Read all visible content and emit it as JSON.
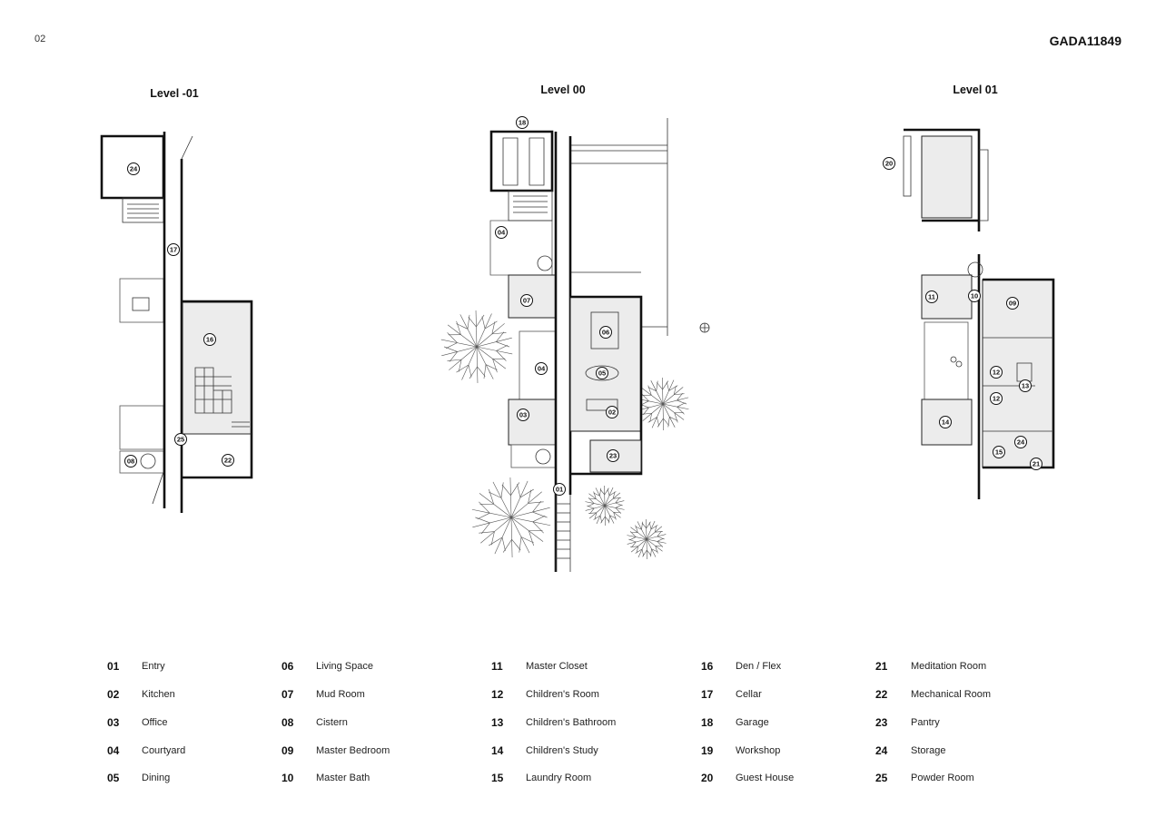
{
  "page_number": "02",
  "document_id": "GADA11849",
  "levels": [
    {
      "title": "Level -01",
      "tags": [
        "24",
        "17",
        "16",
        "25",
        "22",
        "08"
      ]
    },
    {
      "title": "Level 00",
      "tags": [
        "18",
        "04",
        "07",
        "04",
        "03",
        "06",
        "05",
        "02",
        "23",
        "01"
      ]
    },
    {
      "title": "Level 01",
      "tags": [
        "20",
        "11",
        "10",
        "09",
        "12",
        "13",
        "12",
        "14",
        "24",
        "15",
        "21"
      ]
    }
  ],
  "legend": [
    {
      "num": "01",
      "label": "Entry"
    },
    {
      "num": "02",
      "label": "Kitchen"
    },
    {
      "num": "03",
      "label": "Office"
    },
    {
      "num": "04",
      "label": "Courtyard"
    },
    {
      "num": "05",
      "label": "Dining"
    },
    {
      "num": "06",
      "label": "Living Space"
    },
    {
      "num": "07",
      "label": "Mud Room"
    },
    {
      "num": "08",
      "label": "Cistern"
    },
    {
      "num": "09",
      "label": "Master Bedroom"
    },
    {
      "num": "10",
      "label": "Master Bath"
    },
    {
      "num": "11",
      "label": "Master Closet"
    },
    {
      "num": "12",
      "label": "Children's Room"
    },
    {
      "num": "13",
      "label": "Children's Bathroom"
    },
    {
      "num": "14",
      "label": "Children's Study"
    },
    {
      "num": "15",
      "label": "Laundry Room"
    },
    {
      "num": "16",
      "label": "Den / Flex"
    },
    {
      "num": "17",
      "label": "Cellar"
    },
    {
      "num": "18",
      "label": "Garage"
    },
    {
      "num": "19",
      "label": "Workshop"
    },
    {
      "num": "20",
      "label": "Guest House"
    },
    {
      "num": "21",
      "label": "Meditation Room"
    },
    {
      "num": "22",
      "label": "Mechanical Room"
    },
    {
      "num": "23",
      "label": "Pantry"
    },
    {
      "num": "24",
      "label": "Storage"
    },
    {
      "num": "25",
      "label": "Powder Room"
    }
  ]
}
